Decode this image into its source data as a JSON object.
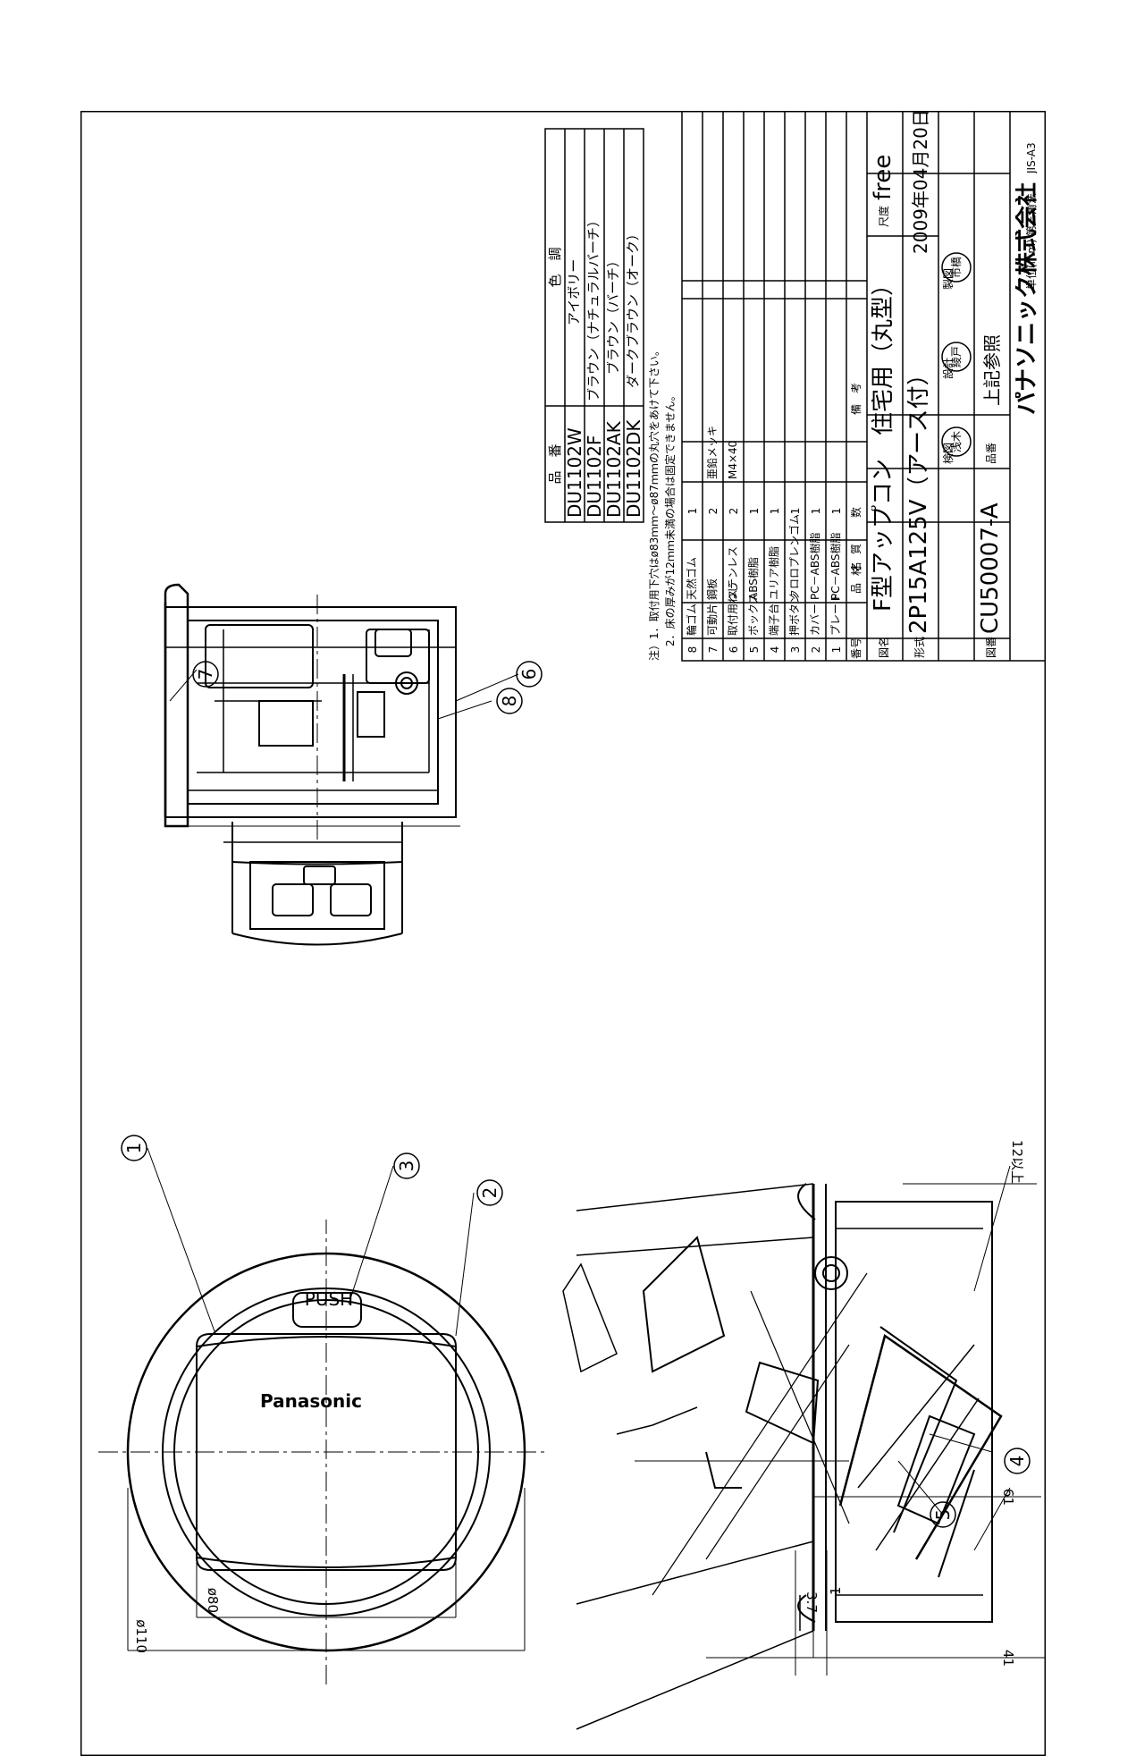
{
  "balloons": {
    "b1": "1",
    "b2": "2",
    "b3": "3",
    "b4": "4",
    "b5": "5",
    "b6": "6",
    "b7": "7",
    "b8": "8"
  },
  "dims": {
    "d110": "ø110",
    "d80": "ø80",
    "d41": "41",
    "d61": "61",
    "d3_7": "3.7",
    "d1": "1",
    "d12": "12以上"
  },
  "front": {
    "push": "PUSH",
    "brand": "Panasonic"
  },
  "color_table": {
    "headers": [
      "品　番",
      "色　調"
    ],
    "rows": [
      {
        "code": "DU1102W",
        "color": "アイボリー"
      },
      {
        "code": "DU1102F",
        "color": "ブラウン（ナチュラルバーチ）"
      },
      {
        "code": "DU1102AK",
        "color": "ブラウン（バーチ）"
      },
      {
        "code": "DU1102DK",
        "color": "ダークブラウン（オーク）"
      }
    ]
  },
  "notes": [
    "注）1．取付用下穴はø83ｍｍ～ø87ｍｍの丸穴をあけて下さい。",
    "2．床の厚みが12ｍｍ未満の場合は固定できません。"
  ],
  "parts_table": {
    "header": {
      "no": "番号",
      "name": "品　名",
      "material": "材　質",
      "qty": "数",
      "remark": "備　考"
    },
    "rows": [
      {
        "no": "8",
        "name": "輪ゴム",
        "material": "天然ゴム",
        "qty": "1",
        "remark": ""
      },
      {
        "no": "7",
        "name": "可動片",
        "material": "鋼板",
        "qty": "2",
        "remark": "亜鉛メッキ"
      },
      {
        "no": "6",
        "name": "取付用ねじ",
        "material": "ステンレス",
        "qty": "2",
        "remark": "M4×40"
      },
      {
        "no": "5",
        "name": "ボックス",
        "material": "ABS樹脂",
        "qty": "1",
        "remark": ""
      },
      {
        "no": "4",
        "name": "端子台",
        "material": "ユリア樹脂",
        "qty": "1",
        "remark": ""
      },
      {
        "no": "3",
        "name": "押ボタン",
        "material": "クロロプレンゴム",
        "qty": "1",
        "remark": ""
      },
      {
        "no": "2",
        "name": "カバー",
        "material": "PC－ABS樹脂",
        "qty": "1",
        "remark": ""
      },
      {
        "no": "1",
        "name": "プレート",
        "material": "PC－ABS樹脂",
        "qty": "1",
        "remark": ""
      }
    ]
  },
  "title_block": {
    "label_name": "図名",
    "name": "F型アップコン　住宅用（丸型）",
    "label_scale": "尺度",
    "scale": "free",
    "label_model": "形式",
    "model": "2P15A125V（アース付）",
    "date": "2009年04月20日",
    "label_check": "検図",
    "label_design": "設計",
    "label_draw": "製図",
    "stamp_check": "浅木",
    "stamp_design": "綾戸",
    "stamp_draw": "市橋",
    "label_drawing_no": "図番",
    "drawing_no": "CU50007-A",
    "label_part_no": "品番",
    "part_no": "上記参照",
    "company": "パナソニック株式会社",
    "unit": "単位(mm)",
    "projection": "第三角法",
    "standard": "JIS-A3"
  }
}
